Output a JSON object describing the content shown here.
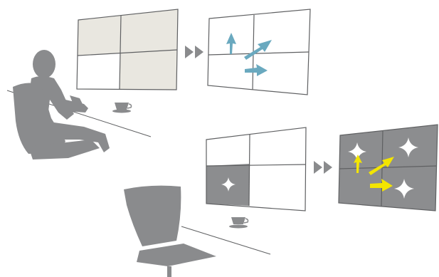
{
  "diagram": {
    "colors": {
      "figure": "#8a8b8d",
      "panel_on": "#e9e7e0",
      "panel_dim": "#8c8d8f",
      "line": "#5f6062",
      "arrow_blue": "#6aa9bf",
      "arrow_yellow": "#f3e500",
      "sparkle": "#ffffff"
    },
    "scene_top": {
      "screen_before": {
        "highlighted_panels": [
          "top-left",
          "bottom-right"
        ]
      },
      "transition_icon": "double-chevron-right-icon",
      "screen_after": {
        "arrows": [
          "up-arrow",
          "diagonal-arrow",
          "right-arrow"
        ]
      }
    },
    "scene_bottom": {
      "screen_before": {
        "highlighted_panels": [
          "bottom-left"
        ],
        "sparkles": 1
      },
      "transition_icon": "double-chevron-right-icon",
      "screen_after": {
        "arrows": [
          "up-arrow",
          "diagonal-arrow",
          "right-arrow"
        ],
        "sparkles": 3
      }
    }
  }
}
